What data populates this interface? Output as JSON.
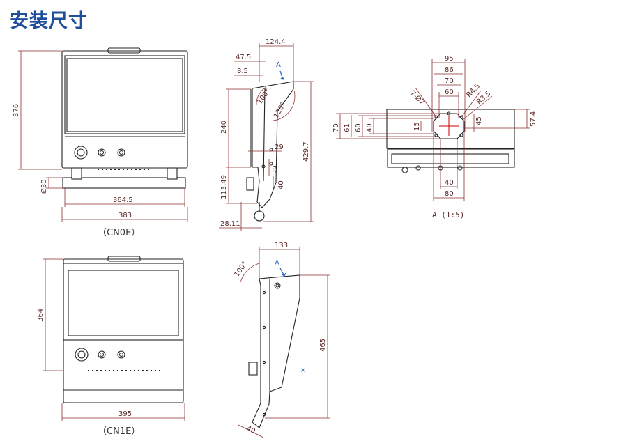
{
  "title": "安装尺寸",
  "captions": {
    "cn0e": "（CN0E）",
    "cn1e": "（CN1E）",
    "view_a": "A (1:5)"
  },
  "view_arrows": {
    "a_top": "A",
    "a_bottom": "A"
  },
  "cn0e_front": {
    "height": "376",
    "handle_dia": "Ø30",
    "inner_width": "364.5",
    "outer_width": "383"
  },
  "cn0e_side": {
    "top_width": "124.4",
    "offset_1": "47.5",
    "offset_2": "8.5",
    "angle_1": "100°",
    "angle_2": "120°",
    "arm_height": "240",
    "total_height": "429.7",
    "slot_width": "29",
    "slot_height": "29",
    "bottom_height": "113.49",
    "slot_height_2": "40",
    "base_offset": "28.11"
  },
  "view_a_dims": {
    "w95": "95",
    "w86": "86",
    "w70": "70",
    "w60": "60",
    "hole": "7-Ø7",
    "r45": "R4.5",
    "r35": "R3.5",
    "h70": "70",
    "h61": "61",
    "h60": "60",
    "h40": "40",
    "h15": "15",
    "h45": "45",
    "h574": "57.4",
    "b40": "40",
    "b80": "80"
  },
  "cn1e_front": {
    "height": "364",
    "width": "395"
  },
  "cn1e_side": {
    "top_width": "133",
    "angle": "100°",
    "height": "465",
    "base_width": "40"
  }
}
